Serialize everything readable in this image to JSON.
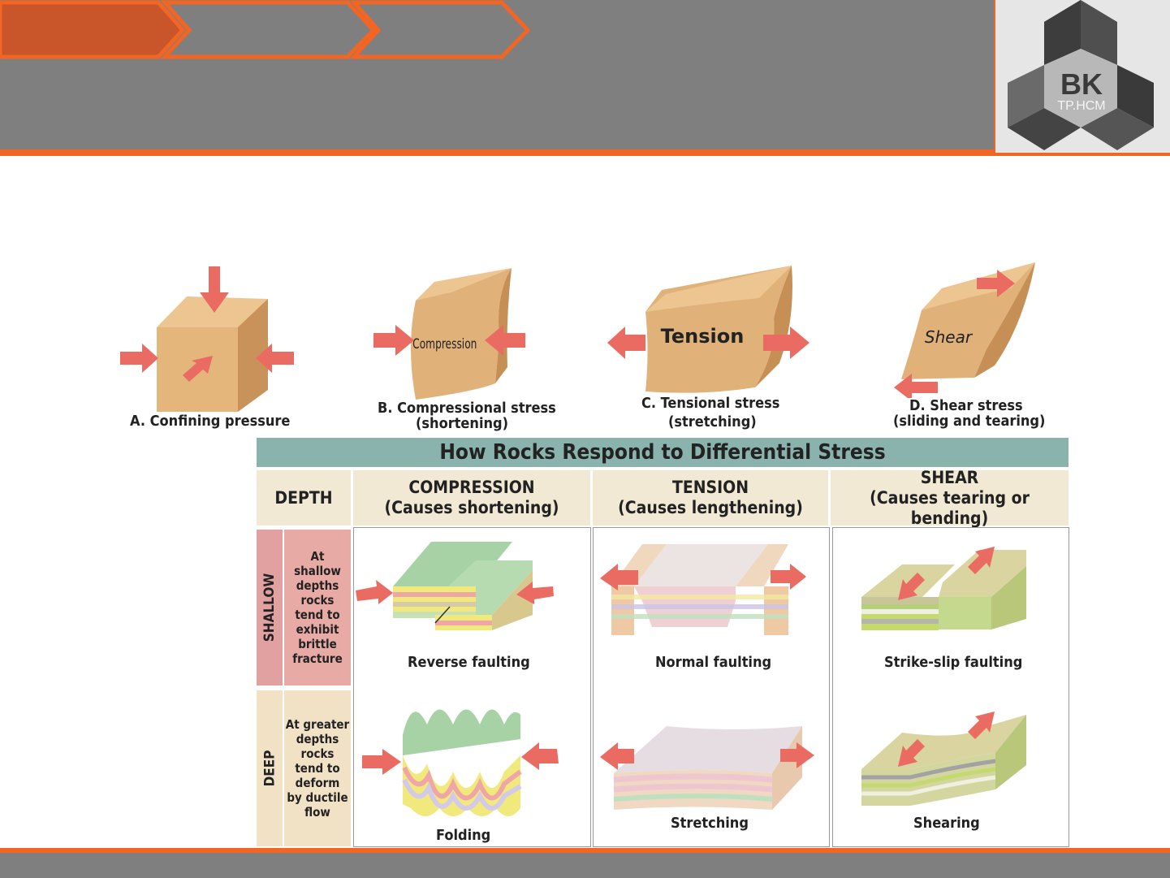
{
  "captions": {
    "a": "A. Confining pressure",
    "b1": "B. Compressional stress",
    "b2": "(shortening)",
    "c1": "C. Tensional stress",
    "c2": "(stretching)",
    "d1": "D. Shear stress",
    "d2": "(sliding and tearing)"
  },
  "block_labels": {
    "compression": "Compression",
    "tension": "Tension",
    "shear": "Shear"
  },
  "logo": {
    "main": "BK",
    "sub": "TP.HCM"
  },
  "table": {
    "title": "How Rocks Respond to Differential Stress",
    "depth_header": "DEPTH",
    "compression_header": "COMPRESSION",
    "compression_sub": "(Causes shortening)",
    "tension_header": "TENSION",
    "tension_sub": "(Causes lengthening)",
    "shear_header": "SHEAR",
    "shear_sub": "(Causes tearing or bending)",
    "shallow": "SHALLOW",
    "shallow_text": [
      "At",
      "shallow",
      "depths",
      "rocks",
      "tend to",
      "exhibit",
      "brittle",
      "fracture"
    ],
    "deep": "DEEP",
    "deep_text": [
      "At greater",
      "depths",
      "rocks",
      "tend to",
      "deform",
      "by ductile",
      "flow"
    ],
    "labels": {
      "reverse": "Reverse faulting",
      "normal": "Normal faulting",
      "strike": "Strike-slip faulting",
      "folding": "Folding",
      "stretching": "Stretching",
      "shearing": "Shearing"
    }
  },
  "colors": {
    "header_gray": "#7f7f7f",
    "accent_orange": "#f26522",
    "rock_tan": "#e0b27a",
    "arrow_red": "#ea6b62",
    "table_title_teal": "#8bb3ae",
    "header_cream": "#f1e9d4",
    "shallow_pink": "#e2a1a1"
  }
}
